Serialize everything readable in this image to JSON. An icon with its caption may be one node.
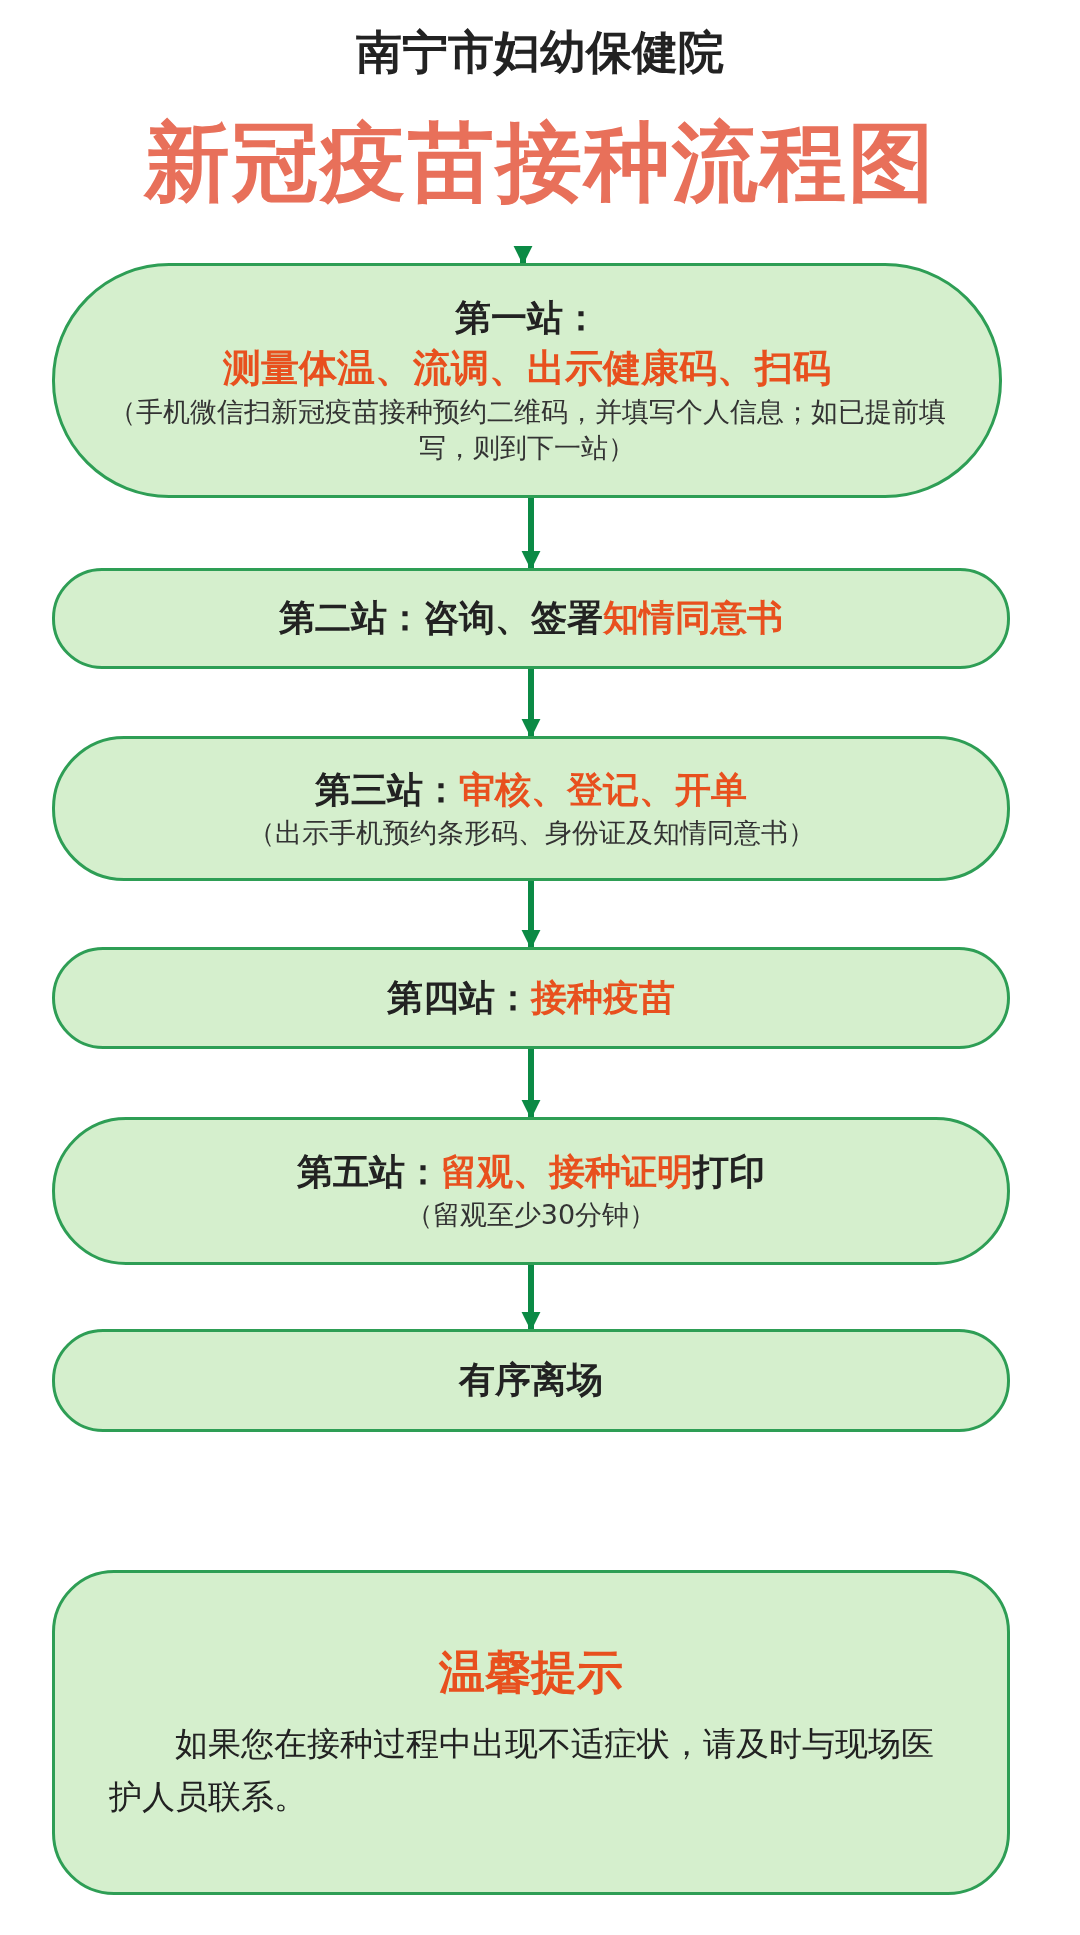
{
  "diagram": {
    "title": "新冠疫苗接种流程图",
    "nodes": [
      {
        "text": [
          "第一站：",
          "测量体温、流调、出示健康码、扫码",
          "（手机微信扫新冠疫苗接种预约二维码，并填写个人信息；如已提前填写，则到下一站）"
        ]
      },
      {
        "text": [
          "第二站：咨询、签署**知情同意书**"
        ]
      },
      {
        "text": [
          "第三站：**审核、登记、开单**",
          "（出示手机预约条形码、身份证及知情同意书）"
        ]
      },
      {
        "text": [
          "第四站：**接种疫苗**"
        ]
      },
      {
        "text": [
          "第五站：**留观、接种证明**打印",
          "（留观至少30分钟）"
        ]
      },
      {
        "text": [
          "有序离场"
        ]
      },
      {
        "text": [
          "温馨提示",
          "如果您在接种过程中出现不适症状，请及时与现场医护人员联系。"
        ]
      }
    ],
    "edges": [
      {
        "from": null,
        "to": 0,
        "arrow": "to"
      },
      {
        "from": 0,
        "to": 1,
        "arrow": "to"
      },
      {
        "from": 1,
        "to": 2,
        "arrow": "to"
      },
      {
        "from": 2,
        "to": 3,
        "arrow": "to"
      },
      {
        "from": 3,
        "to": 4,
        "arrow": "to"
      },
      {
        "from": 4,
        "to": 5,
        "arrow": "to"
      }
    ],
    "labels": [
      "南宁市妇幼保健院"
    ]
  }
}
